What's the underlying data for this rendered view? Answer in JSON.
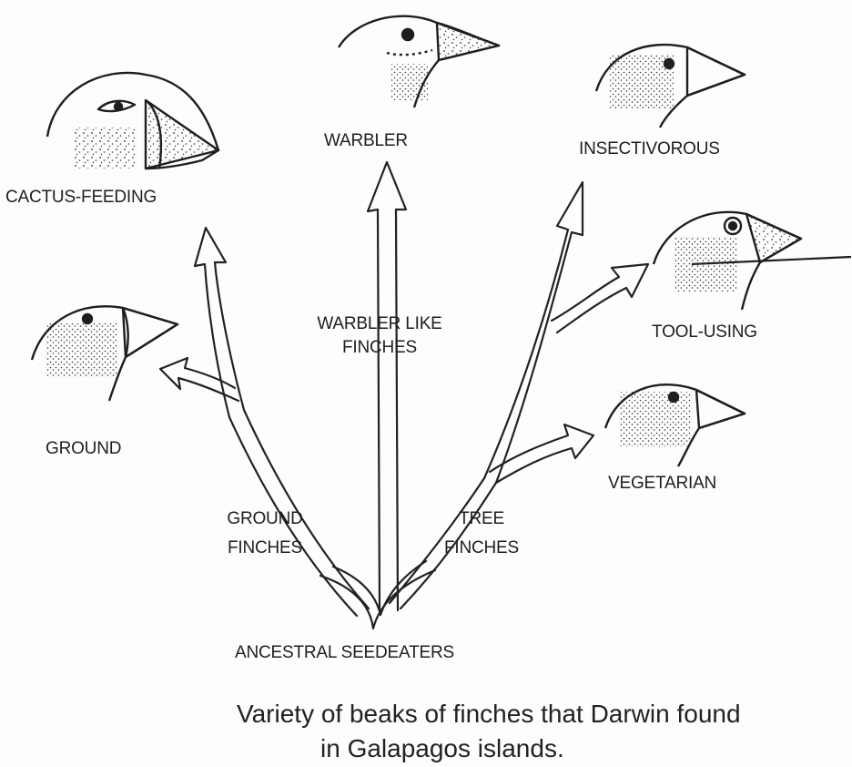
{
  "labels": {
    "cactus": "CACTUS-FEEDING",
    "warbler": "WARBLER",
    "insectivorous": "INSECTIVOROUS",
    "ground": "GROUND",
    "tool_using": "TOOL-USING",
    "vegetarian": "VEGETARIAN",
    "warbler_like_line1": "WARBLER LIKE",
    "warbler_like_line2": "FINCHES",
    "ground_finches_line1": "GROUND",
    "ground_finches_line2": "FINCHES",
    "tree_finches_line1": "TREE",
    "tree_finches_line2": "FINCHES",
    "ancestral": "ANCESTRAL SEEDEATERS"
  },
  "caption": {
    "line1": "Variety of beaks of finches that Darwin found",
    "line2": "in Galapagos islands."
  }
}
